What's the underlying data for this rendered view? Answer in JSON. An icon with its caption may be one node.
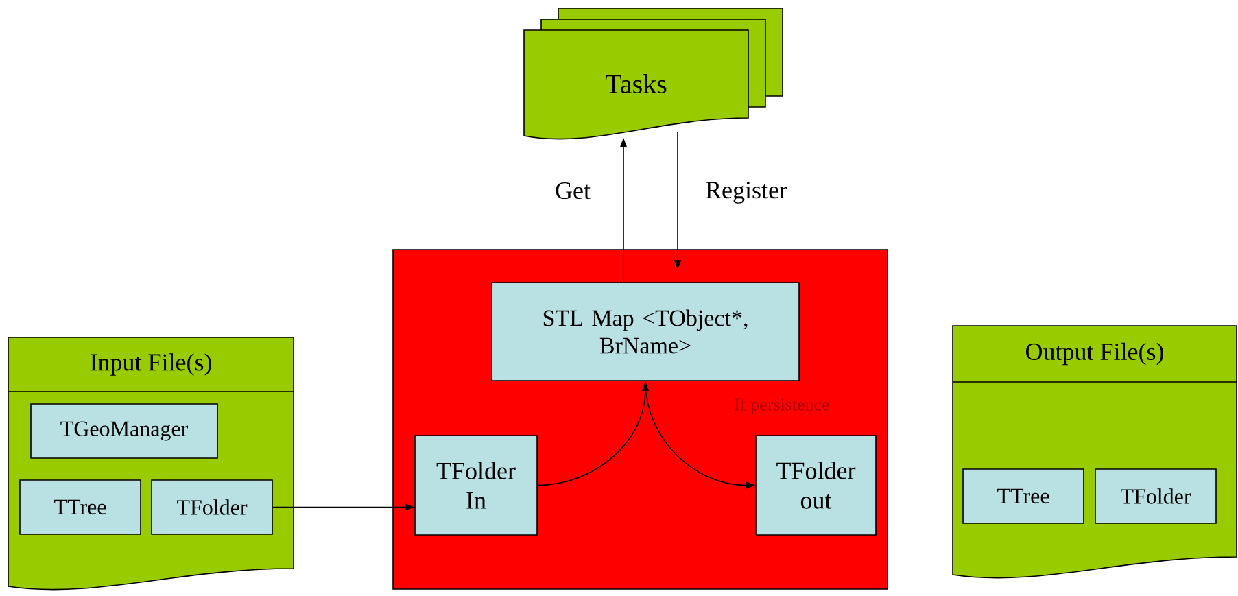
{
  "diagram": {
    "nodes": [
      {
        "text": [
          "Tasks"
        ]
      },
      {
        "text": [
          "Input File(s)"
        ]
      },
      {
        "text": [
          "TGeoManager"
        ],
        "in": 1
      },
      {
        "text": [
          "TTree"
        ],
        "in": 1
      },
      {
        "text": [
          "TFolder"
        ],
        "in": 1
      },
      {
        "text": [],
        "shape": "box"
      },
      {
        "text": [
          "STL Map <TObject*, BrName>"
        ],
        "in": 5
      },
      {
        "text": [
          "TFolder In"
        ],
        "in": 5
      },
      {
        "text": [
          "TFolder out"
        ],
        "in": 5
      },
      {
        "text": [
          "Output File(s)"
        ]
      },
      {
        "text": [
          "TTree"
        ],
        "in": 9
      },
      {
        "text": [
          "TFolder"
        ],
        "in": 9
      }
    ],
    "edges": [
      {
        "from": 6,
        "to": 0,
        "arrow": "to",
        "label": "Get"
      },
      {
        "from": 0,
        "to": 6,
        "arrow": "to",
        "label": "Register"
      },
      {
        "from": 4,
        "to": 7,
        "arrow": "to"
      },
      {
        "from": 7,
        "to": 6,
        "arrow": "to"
      },
      {
        "from": 6,
        "to": 8,
        "arrow": "to",
        "label": "If persistence"
      }
    ]
  }
}
